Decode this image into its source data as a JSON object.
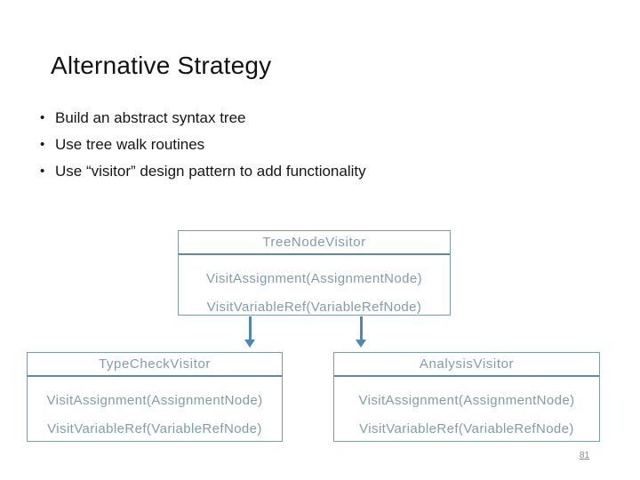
{
  "slide": {
    "title": "Alternative Strategy",
    "bullets": [
      "Build an abstract syntax tree",
      "Use tree walk routines",
      "Use “visitor” design pattern to add functionality"
    ],
    "page_number": "81"
  },
  "diagram": {
    "boxes": [
      {
        "title": "TreeNodeVisitor",
        "methods": [
          "VisitAssignment(AssignmentNode)",
          "VisitVariableRef(VariableRefNode)"
        ]
      },
      {
        "title": "TypeCheckVisitor",
        "methods": [
          "VisitAssignment(AssignmentNode)",
          "VisitVariableRef(VariableRefNode)"
        ]
      },
      {
        "title": "AnalysisVisitor",
        "methods": [
          "VisitAssignment(AssignmentNode)",
          "VisitVariableRef(VariableRefNode)"
        ]
      }
    ],
    "colors": {
      "box_border": "#7d9bab",
      "box_divider": "#5d89a8",
      "box_text": "#7f9dac",
      "arrow": "#4e86b7"
    }
  }
}
